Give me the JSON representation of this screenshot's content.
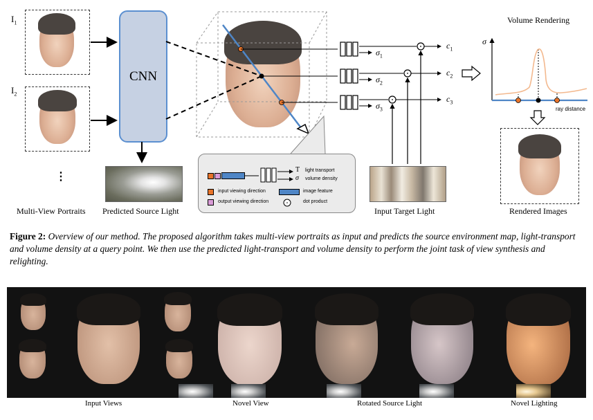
{
  "figure_top": {
    "input_labels": [
      "I",
      "I"
    ],
    "input_subscripts": [
      "1",
      "2"
    ],
    "dots": "⋮",
    "multi_view_label": "Multi-View Portraits",
    "cnn_label": "CNN",
    "predicted_source_label": "Predicted Source Light",
    "input_target_label": "Input Target Light",
    "volume_rendering_label": "Volume Rendering",
    "rendered_images_label": "Rendered Images",
    "sigma_axis": "σ",
    "ray_distance": "ray distance",
    "outputs": [
      "c",
      "c",
      "c"
    ],
    "output_subscripts": [
      "1",
      "2",
      "3"
    ],
    "sigma_labels": [
      "σ",
      "σ",
      "σ"
    ],
    "sigma_subscripts": [
      "1",
      "2",
      "3"
    ],
    "legend": {
      "T_symbol": "T",
      "T_text": "light transport",
      "sigma_symbol": "σ",
      "sigma_text": "volume density",
      "input_dir": "input viewing direction",
      "output_dir": "output viewing direction",
      "image_feature": "image feature",
      "dot_product": "dot product",
      "colors": {
        "input_dir": "#e8742a",
        "output_dir": "#d99bd6",
        "feature": "#4f86c6"
      }
    }
  },
  "caption": {
    "label": "Figure 2:",
    "text": "Overview of our method. The proposed algorithm takes multi-view portraits as input and predicts the source environment map, light-transport and volume density at a query point. We then use the predicted light-transport and volume density to perform the joint task of view synthesis and relighting."
  },
  "results_labels": {
    "input_views": "Input Views",
    "novel_view": "Novel View",
    "rotated_source": "Rotated Source Light",
    "novel_lighting": "Novel Lighting"
  },
  "colors": {
    "cnn_fill": "#c6d1e3",
    "cnn_border": "#5b8fd0",
    "ray_blue": "#4f86c6",
    "sample_orange": "#e8742a",
    "curve": "#f3b98f"
  }
}
